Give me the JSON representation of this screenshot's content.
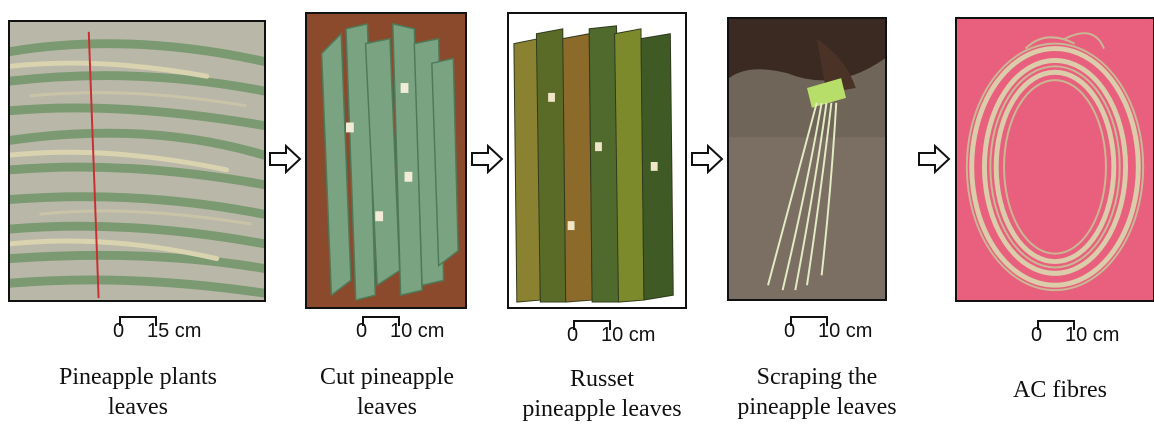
{
  "steps": [
    {
      "caption_line1": "Pineapple plants",
      "caption_line2": "leaves",
      "scale_zero": "0",
      "scale_label": "15 cm"
    },
    {
      "caption_line1": "Cut pineapple",
      "caption_line2": "leaves",
      "scale_zero": "0",
      "scale_label": "10 cm"
    },
    {
      "caption_line1": "Russet",
      "caption_line2": "pineapple leaves",
      "scale_zero": "0",
      "scale_label": "10 cm"
    },
    {
      "caption_line1": "Scraping the",
      "caption_line2": "pineapple leaves",
      "scale_zero": "0",
      "scale_label": "10 cm"
    },
    {
      "caption_line1": "AC fibres",
      "caption_line2": "",
      "scale_zero": "0",
      "scale_label": "10 cm"
    }
  ],
  "colors": {
    "frame": "#111111",
    "leaf_green": "#6f9a6a",
    "wood_brown": "#8a4a2a",
    "russet": "#7a7a2a",
    "ground": "#6b6055",
    "fibre_bg": "#e8607e",
    "fibre": "#d8c9a8"
  }
}
